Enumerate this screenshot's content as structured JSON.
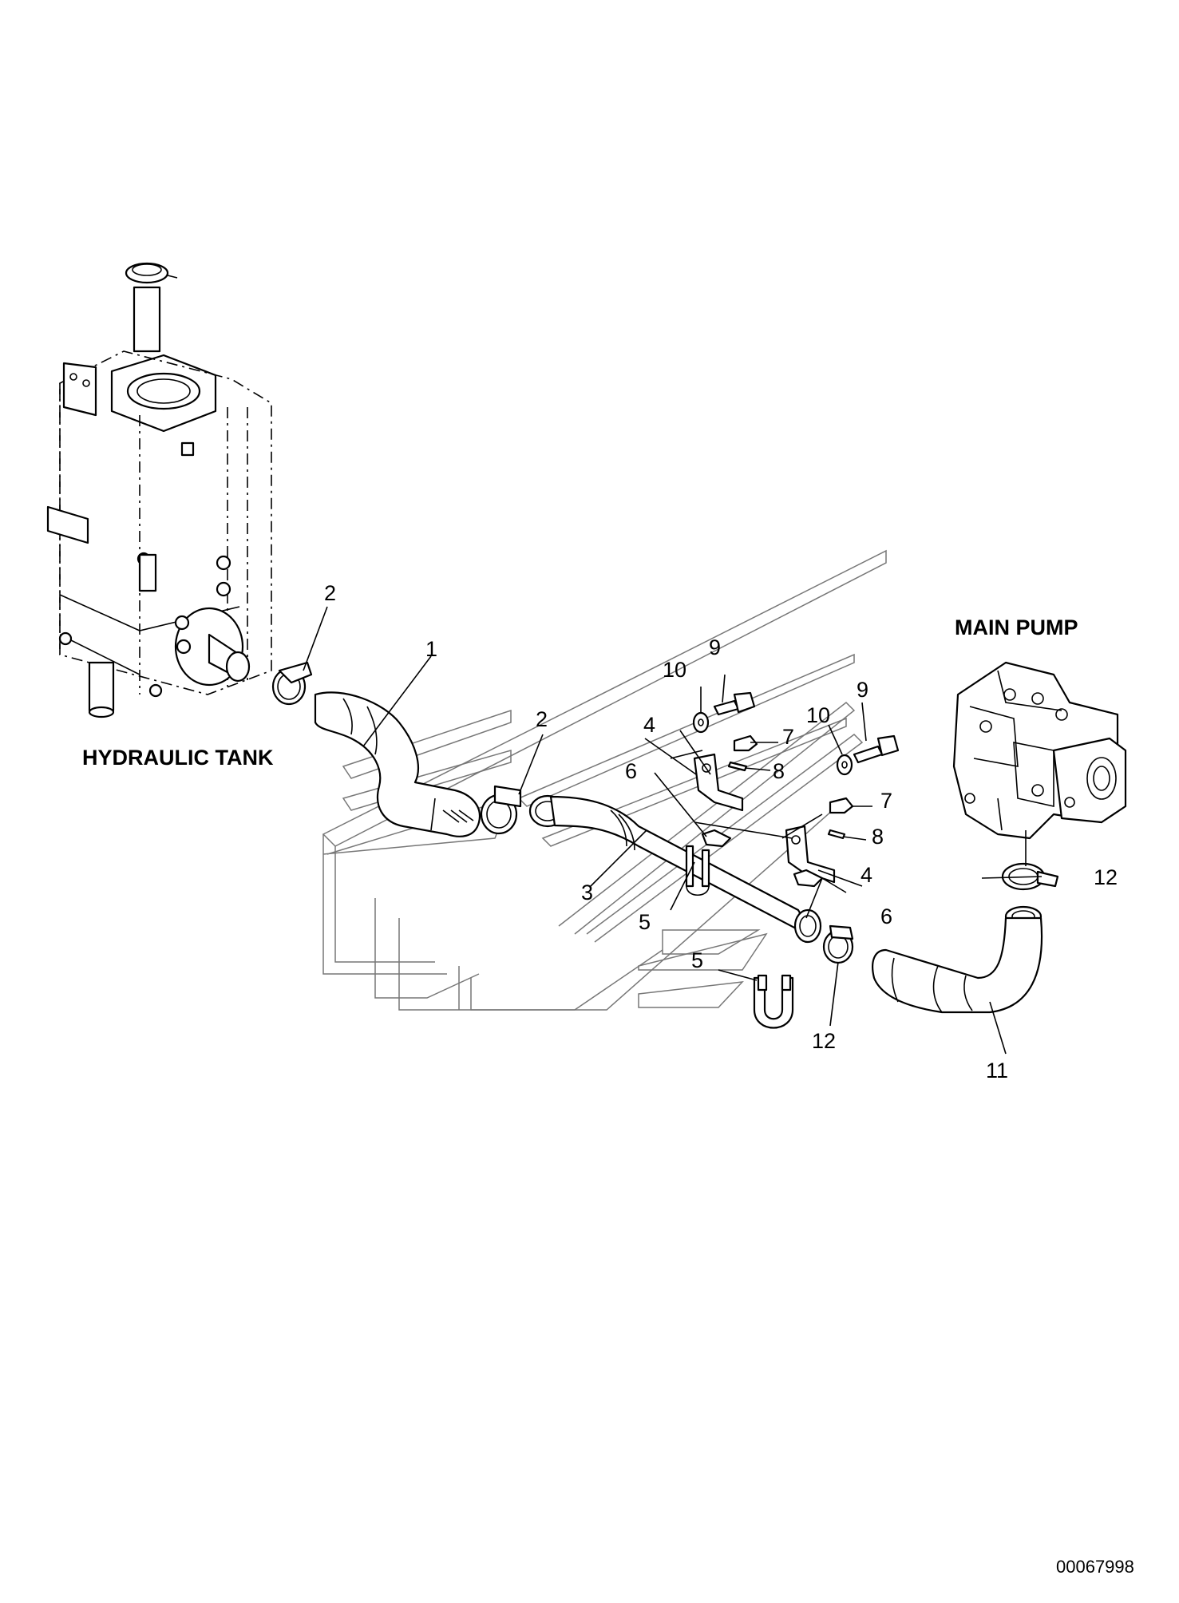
{
  "titles": {
    "tank": "HYDRAULIC TANK",
    "pump": "MAIN PUMP"
  },
  "doc_number": "00067998",
  "callouts": [
    {
      "id": "c1",
      "text": "1"
    },
    {
      "id": "c2a",
      "text": "2"
    },
    {
      "id": "c2b",
      "text": "2"
    },
    {
      "id": "c3",
      "text": "3"
    },
    {
      "id": "c4a",
      "text": "4"
    },
    {
      "id": "c4b",
      "text": "4"
    },
    {
      "id": "c5a",
      "text": "5"
    },
    {
      "id": "c5b",
      "text": "5"
    },
    {
      "id": "c6a",
      "text": "6"
    },
    {
      "id": "c6b",
      "text": "6"
    },
    {
      "id": "c7a",
      "text": "7"
    },
    {
      "id": "c7b",
      "text": "7"
    },
    {
      "id": "c8a",
      "text": "8"
    },
    {
      "id": "c8b",
      "text": "8"
    },
    {
      "id": "c9a",
      "text": "9"
    },
    {
      "id": "c9b",
      "text": "9"
    },
    {
      "id": "c10a",
      "text": "10"
    },
    {
      "id": "c10b",
      "text": "10"
    },
    {
      "id": "c11",
      "text": "11"
    },
    {
      "id": "c12a",
      "text": "12"
    },
    {
      "id": "c12b",
      "text": "12"
    }
  ]
}
